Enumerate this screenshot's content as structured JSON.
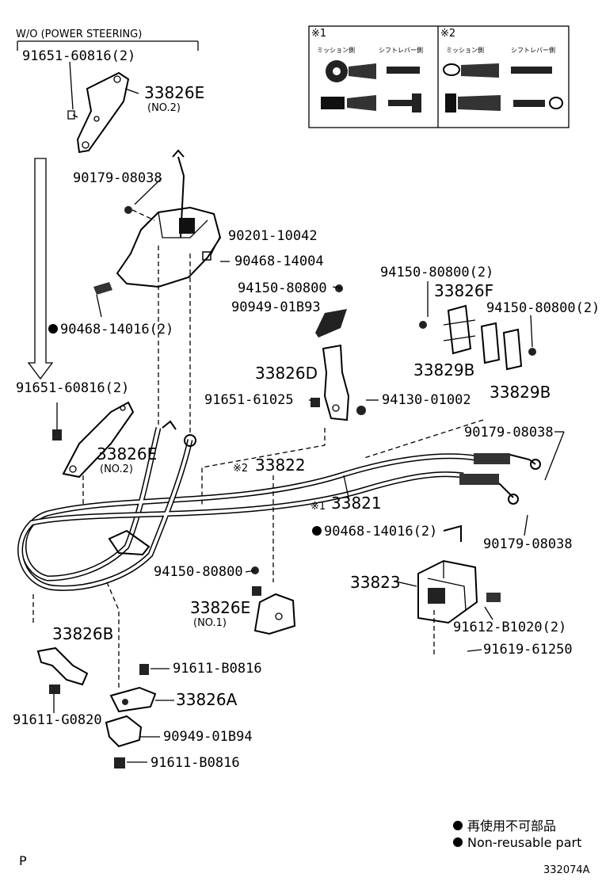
{
  "header": {
    "variant_note": "W/O (POWER STEERING)"
  },
  "inset_panels": [
    {
      "marker": "※1",
      "left_label": "ミッション側",
      "right_label": "シフトレバー側"
    },
    {
      "marker": "※2",
      "left_label": "ミッション側",
      "right_label": "シフトレバー側"
    }
  ],
  "callouts": {
    "p_91651_60816_top": "91651-60816(2)",
    "p_33826E_top": "33826E",
    "p_33826E_top_sub": "(NO.2)",
    "p_90179_08038_a": "90179-08038",
    "p_90201_10042": "90201-10042",
    "p_90468_14004": "90468-14004",
    "p_94150_80800_a": "94150-80800",
    "p_90949_01B93": "90949-01B93",
    "p_90468_14016_a": "90468-14016(2)",
    "p_94150_80800_b": "94150-80800(2)",
    "p_33826F": "33826F",
    "p_94150_80800_c": "94150-80800(2)",
    "p_33829B_a": "33829B",
    "p_33829B_b": "33829B",
    "p_33826D": "33826D",
    "p_91651_61025": "91651-61025",
    "p_94130_01002": "94130-01002",
    "p_91651_60816_mid": "91651-60816(2)",
    "p_90179_08038_b": "90179-08038",
    "p_33826E_mid": "33826E",
    "p_33826E_mid_sub": "(NO.2)",
    "p_33822_mark": "※2",
    "p_33822": "33822",
    "p_33821_mark": "※1",
    "p_33821": "33821",
    "p_90468_14016_b": "90468-14016(2)",
    "p_90179_08038_c": "90179-08038",
    "p_94150_80800_d": "94150-80800",
    "p_33823": "33823",
    "p_33826E_low": "33826E",
    "p_33826E_low_sub": "(NO.1)",
    "p_91612_B1020": "91612-B1020(2)",
    "p_91619_61250": "91619-61250",
    "p_33826B": "33826B",
    "p_91611_B0816_a": "91611-B0816",
    "p_33826A": "33826A",
    "p_91611_G0820": "91611-G0820",
    "p_90949_01B94": "90949-01B94",
    "p_91611_B0816_b": "91611-B0816"
  },
  "legend": {
    "line_jp": "再使用不可部品",
    "line_en": "Non-reusable part"
  },
  "footer": {
    "page_letter": "P",
    "figure_code": "332074A"
  }
}
